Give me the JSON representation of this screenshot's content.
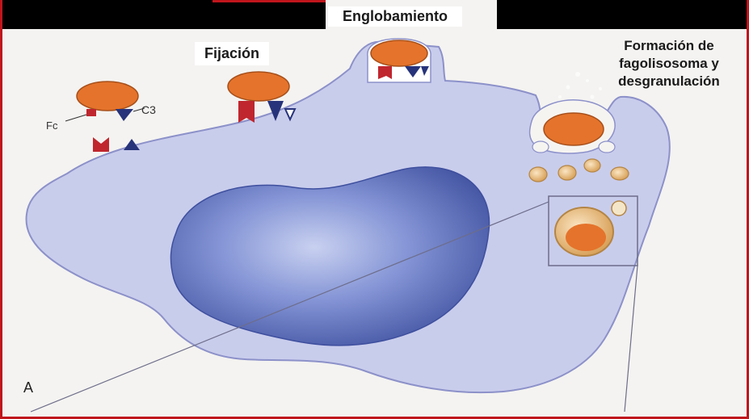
{
  "labels": {
    "englobamiento": "Englobamiento",
    "fijacion": "Fijación",
    "formacion_line1": "Formación de",
    "formacion_line2": "fagolisosoma y",
    "formacion_line3": "desgranulación",
    "fc": "Fc",
    "c3": "C3",
    "panel": "A"
  },
  "colors": {
    "cell": "#c9cdec",
    "cell_edge": "#8c91c9",
    "nucleus": "#5f72c3",
    "particle": "#e5732b",
    "fc_receptor": "#c0262e",
    "c3_receptor": "#27337a",
    "granule": "#e2b978",
    "frame": "#c0161c"
  }
}
